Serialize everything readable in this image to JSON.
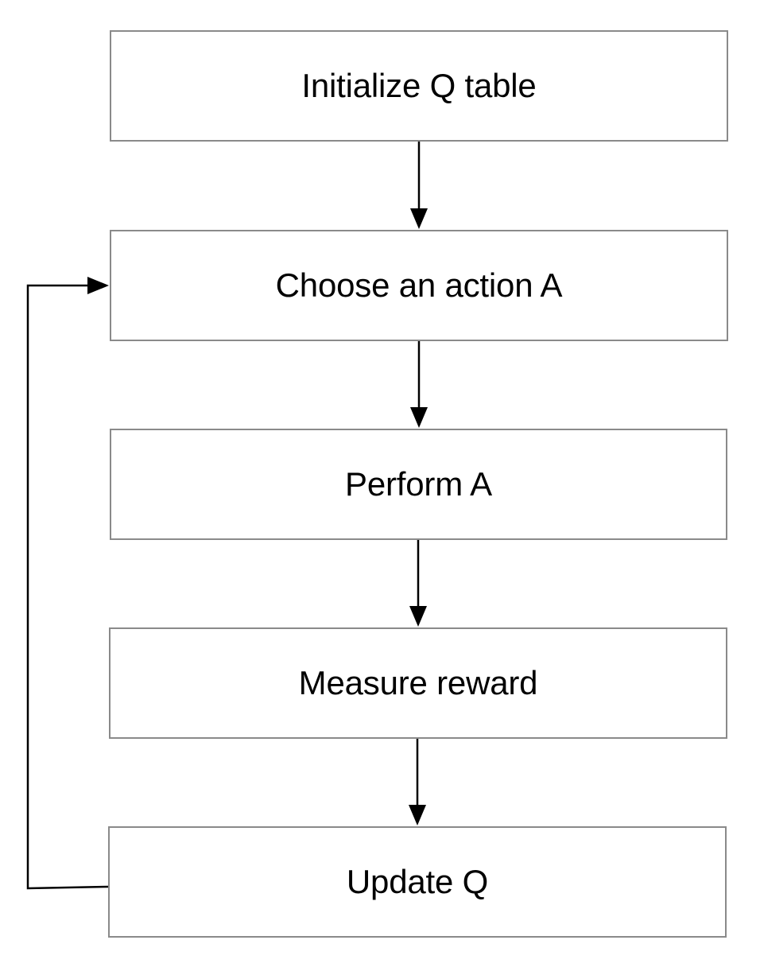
{
  "flowchart": {
    "steps": [
      {
        "label": "Initialize Q table"
      },
      {
        "label": "Choose an action A"
      },
      {
        "label": "Perform A"
      },
      {
        "label": "Measure reward"
      },
      {
        "label": "Update Q"
      }
    ],
    "colors": {
      "box_border": "#8a8a8a",
      "arrow": "#000000",
      "text": "#000000",
      "background": "#ffffff"
    }
  }
}
